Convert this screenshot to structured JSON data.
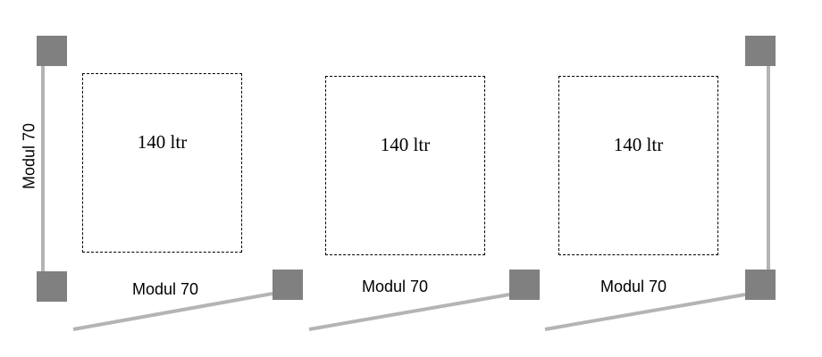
{
  "diagram": {
    "side_module_label": "Modul 70",
    "modules": [
      {
        "label": "Modul 70",
        "bin_label": "140 ltr"
      },
      {
        "label": "Modul 70",
        "bin_label": "140 ltr"
      },
      {
        "label": "Modul 70",
        "bin_label": "140 ltr"
      }
    ],
    "colors": {
      "post": "#808080",
      "bar": "#b4b4b4",
      "box_border": "#000000",
      "text": "#000000"
    }
  }
}
